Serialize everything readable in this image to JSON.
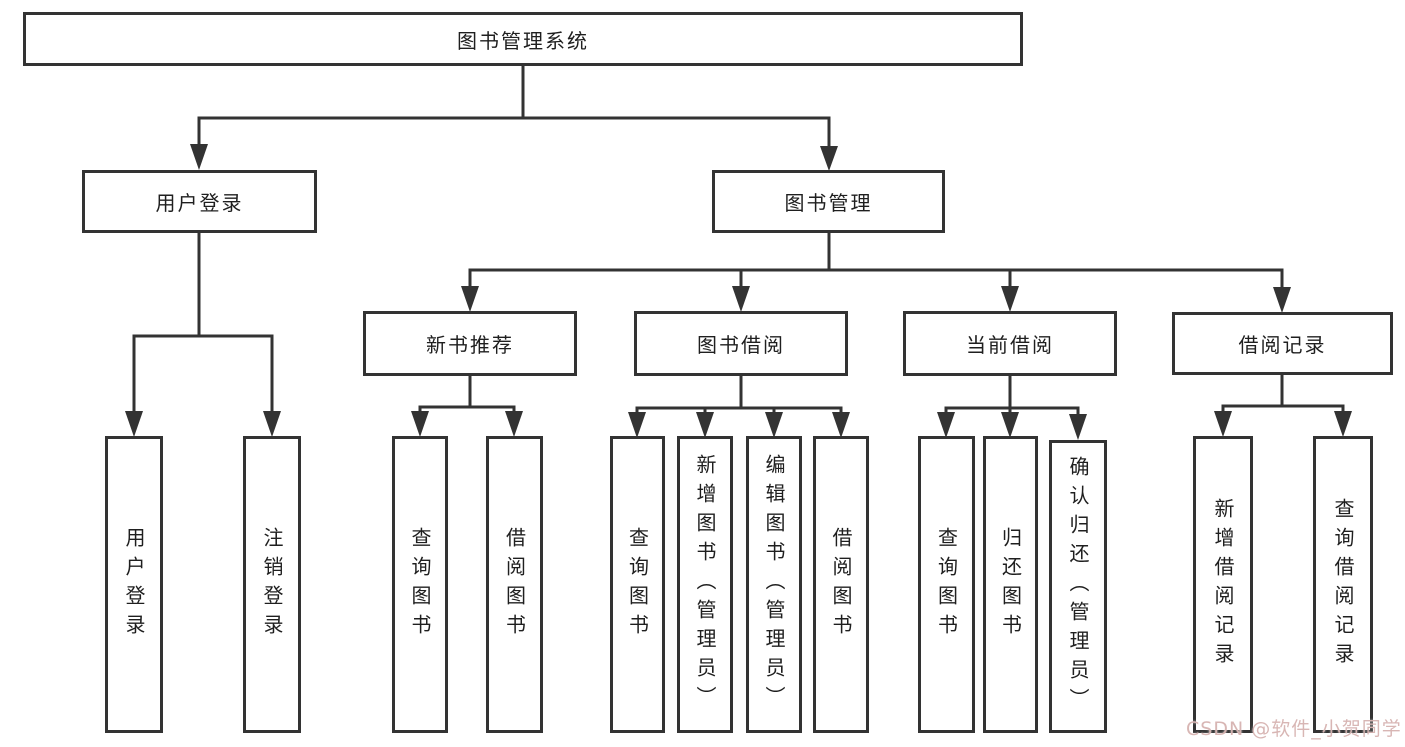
{
  "colors": {
    "background": "#ffffff",
    "line": "#333333",
    "text": "#1f1f1f",
    "watermark": "#d6b2b0"
  },
  "diagram": {
    "root": {
      "label": "图书管理系统"
    },
    "level2": [
      {
        "label": "用户登录"
      },
      {
        "label": "图书管理"
      }
    ],
    "level3": [
      {
        "label": "新书推荐"
      },
      {
        "label": "图书借阅"
      },
      {
        "label": "当前借阅"
      },
      {
        "label": "借阅记录"
      }
    ],
    "leaves": [
      {
        "label": "用户登录"
      },
      {
        "label": "注销登录"
      },
      {
        "label": "查询图书"
      },
      {
        "label": "借阅图书"
      },
      {
        "label": "查询图书"
      },
      {
        "label": "新增图书（管理员）"
      },
      {
        "label": "编辑图书（管理员）"
      },
      {
        "label": "借阅图书"
      },
      {
        "label": "查询图书"
      },
      {
        "label": "归还图书"
      },
      {
        "label": "确认归还（管理员）"
      },
      {
        "label": "新增借阅记录"
      },
      {
        "label": "查询借阅记录"
      }
    ]
  },
  "watermark": {
    "text": "CSDN @软件_小贺同学"
  }
}
